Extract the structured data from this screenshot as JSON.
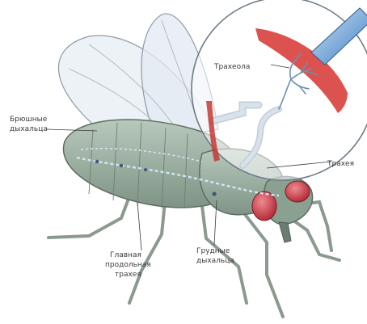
{
  "labels": {
    "abdominal_spiracles": [
      "Брюшные",
      "дыхальца"
    ],
    "tracheole": "Трахеола",
    "trachea": "Трахея",
    "main_longitudinal_trachea": [
      "Главная",
      "продольная",
      "трахея"
    ],
    "thoracic_spiracles": [
      "Грудные",
      "дыхальца"
    ]
  },
  "colors": {
    "body": "#9fb3a6",
    "tube": "#9fb6cf",
    "eye": "#c73a45",
    "tissue_red": "#d9433f",
    "wing": "#dfe6ee"
  }
}
